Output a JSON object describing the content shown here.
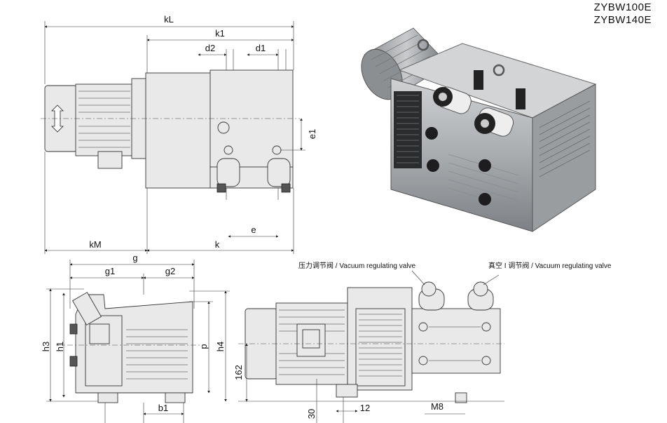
{
  "models": [
    "ZYBW100E",
    "ZYBW140E"
  ],
  "top_view_dimensions": {
    "kL": "kL",
    "k1": "k1",
    "d2": "d2",
    "d1": "d1",
    "e1": "e1",
    "e": "e",
    "kM": "kM",
    "k": "k"
  },
  "side_view_dimensions": {
    "g": "g",
    "g1": "g1",
    "g2": "g2",
    "h3": "h3",
    "h1": "h1",
    "p": "p",
    "h4": "h4",
    "b1": "b1"
  },
  "front_view_dimensions": {
    "d162": "162",
    "d30": "30",
    "d12": "12",
    "m8": "M8"
  },
  "valve_labels": {
    "pressure": "压力调节阀 / Vacuum regulating valve",
    "vacuum": "真空 I 调节阀 / Vacuum regulating valve"
  }
}
